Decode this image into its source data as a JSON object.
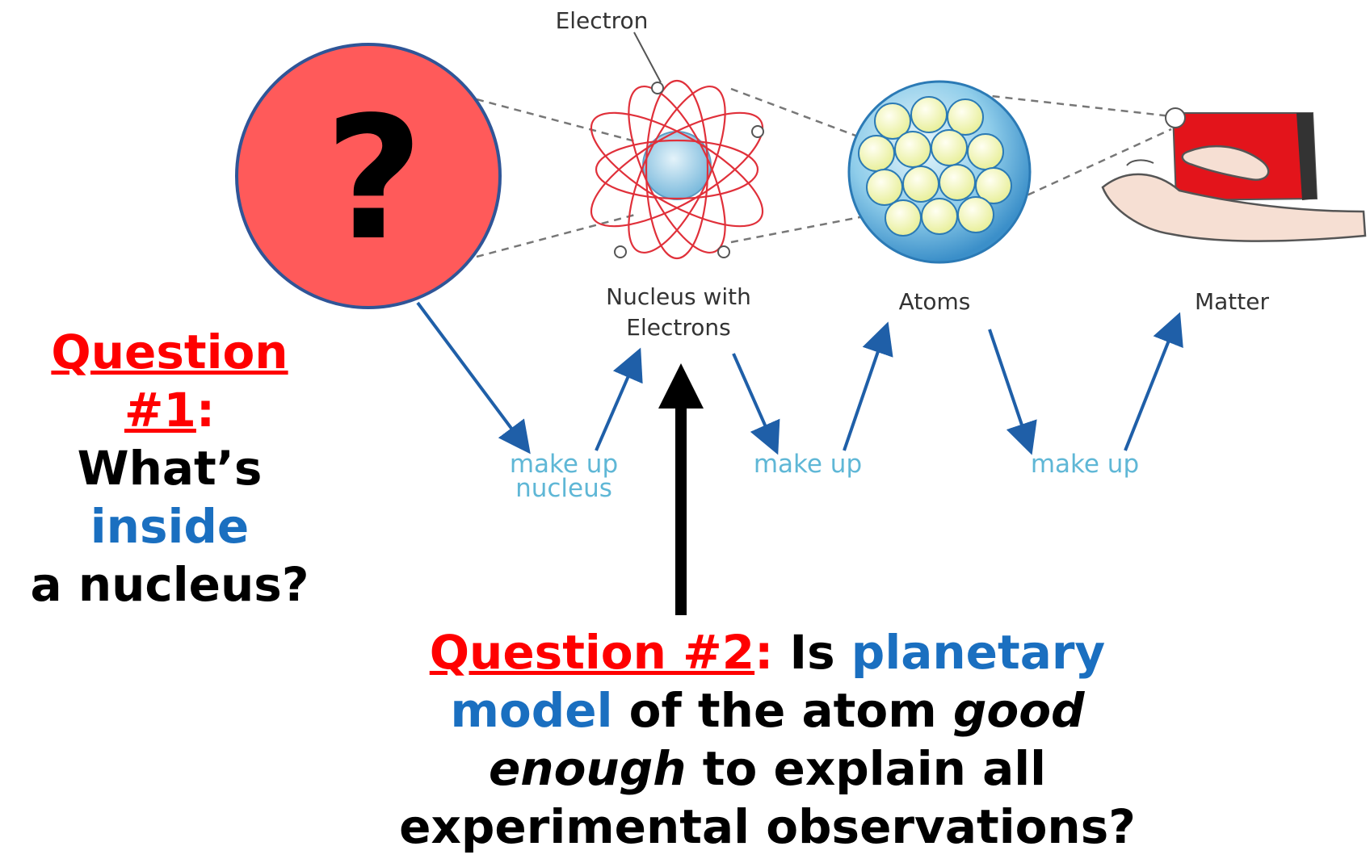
{
  "labels": {
    "electron": "Electron",
    "nucleus_line1": "Nucleus with",
    "nucleus_line2": "Electrons",
    "atoms": "Atoms",
    "matter": "Matter",
    "make_up_1a": "make up",
    "make_up_1b": "nucleus",
    "make_up_2": "make up",
    "make_up_3": "make up",
    "question_mark": "?"
  },
  "question1": {
    "title": "Question #1",
    "colon": ":",
    "line2": "What’s",
    "line3": "inside",
    "line4": "a nucleus?"
  },
  "question2": {
    "title": "Question #2",
    "colon": ":",
    "w_is": " Is ",
    "w_planetary": "planetary",
    "w_model": "model",
    "w_ofatom": " of the atom ",
    "w_good": "good",
    "w_enough": "enough",
    "w_explain": " to explain all",
    "line4": "experimental observations?"
  },
  "colors": {
    "circle_fill": "#ff5a5a",
    "circle_stroke": "#2f5597",
    "arrow_blue": "#1f5fa8",
    "title_red": "#ff0000",
    "keyword_blue": "#1a6fc0",
    "orbit_red": "#e0303a",
    "block_red": "#e3141b"
  },
  "icons": {
    "unknown": "question-circle-icon",
    "atom": "atom-orbit-icon",
    "atoms": "sphere-of-atoms-icon",
    "matter": "hand-holding-block-icon"
  }
}
